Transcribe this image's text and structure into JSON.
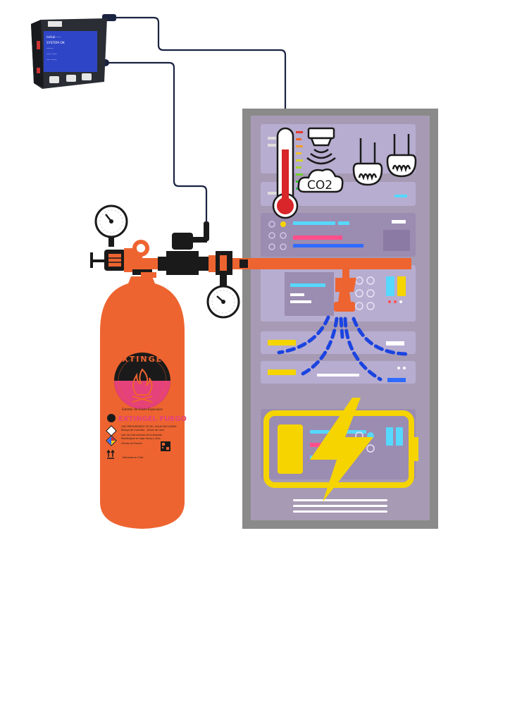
{
  "controller": {
    "icon": "monitor-controller-icon",
    "screen_lines": [
      "Initial ----",
      "SYSTEM OK",
      "------",
      "---- ----",
      "--- -----",
      "---- --",
      "--- -----"
    ]
  },
  "sensors": {
    "co2_label": "CO2",
    "thermometer_icon": "thermometer-icon",
    "smoke_detector_icon": "smoke-detector-icon",
    "humidity_sensor_icon": "humidity-sensor-icon"
  },
  "cylinder": {
    "brand": "EXTINGEL",
    "brand_sub": "Extintor de Gases Especiales",
    "product_line": "EXTINGEL FUEGO",
    "info_lines": [
      "GAS PRESURIZADO FE-36 / AGUA NUCLEADA",
      "Riesgo de Incendio - Antes de Usar",
      "Leer las instrucciones de la etiqueta",
      "Manténgase en lugar fresco y seco",
      "Cilindro de Presión"
    ],
    "footer_line": "Fabricado en Chile"
  },
  "colors": {
    "cylinder": "#ee6430",
    "pipe": "#ee6430",
    "rack_frame": "#8a8a8a",
    "rack_fill": "#a79ab4",
    "battery": "#f5d400",
    "spray": "#1b44e0",
    "cable": "#1a2340"
  }
}
